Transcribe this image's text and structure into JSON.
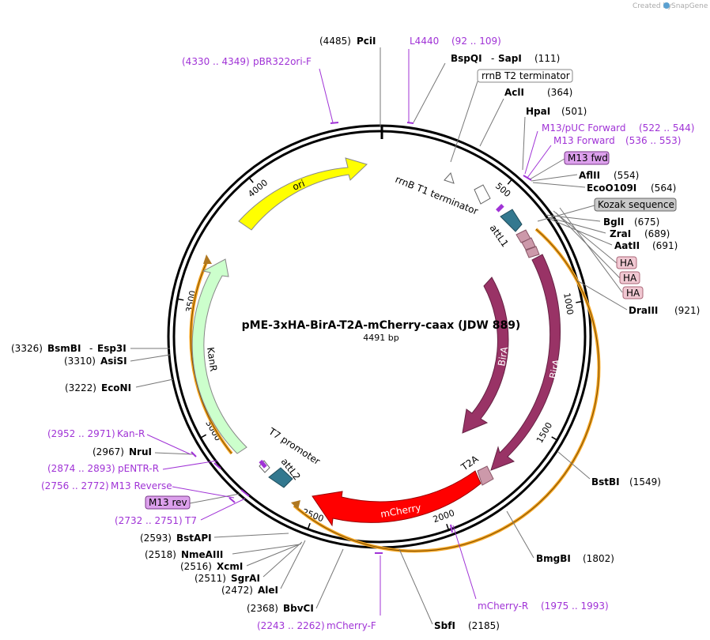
{
  "watermark": {
    "created_by": "Created by",
    "brand": "SnapGene"
  },
  "title": "pME-3xHA-BirA-T2A-mCherry-caax (JDW 889)",
  "length_label": "4491 bp",
  "total_bp": 4491,
  "ticks": [
    {
      "bp": 500,
      "label": "500"
    },
    {
      "bp": 1000,
      "label": "1000"
    },
    {
      "bp": 1500,
      "label": "1500"
    },
    {
      "bp": 2000,
      "label": "2000"
    },
    {
      "bp": 2500,
      "label": "2500"
    },
    {
      "bp": 3000,
      "label": "3000"
    },
    {
      "bp": 3500,
      "label": "3500"
    },
    {
      "bp": 4000,
      "label": "4000"
    }
  ],
  "features": {
    "ori": "ori",
    "kanr": "KanR",
    "bira_inner": "BirA",
    "bira_outer": "BirA",
    "mcherry": "mCherry",
    "t2a": "T2A",
    "attl1": "attL1",
    "attl2": "attL2",
    "rrnb_t1": "rrnB T1 terminator",
    "t7_promoter": "T7 promoter"
  },
  "colors": {
    "ori": "#ffff00",
    "kanr": "#ccffcc",
    "bira": "#993366",
    "mcherry": "#ff0000",
    "att": "#33788f",
    "t2a": "#cc99aa",
    "primer": "#a033d6",
    "orange_bar": "#f5a623"
  },
  "sites": {
    "pcii": {
      "name": "PciI",
      "pos": "(4485)"
    },
    "l4440": {
      "name": "L4440",
      "range": "(92 .. 109)"
    },
    "bspqi": {
      "name": "BspQI",
      "sep": "-",
      "name2": "SapI",
      "pos": "(111)"
    },
    "rrnb_t2": {
      "name": "rrnB T2 terminator"
    },
    "acli": {
      "name": "AclI",
      "pos": "(364)"
    },
    "hpai": {
      "name": "HpaI",
      "pos": "(501)"
    },
    "m13puc": {
      "name": "M13/pUC Forward",
      "range": "(522 .. 544)"
    },
    "m13fwd_primer": {
      "name": "M13 Forward",
      "range": "(536 .. 553)"
    },
    "m13fwd_box": {
      "name": "M13 fwd"
    },
    "aflii": {
      "name": "AflII",
      "pos": "(554)"
    },
    "eco0109i": {
      "name": "EcoO109I",
      "pos": "(564)"
    },
    "kozak": {
      "name": "Kozak sequence"
    },
    "bgli": {
      "name": "BglI",
      "pos": "(675)"
    },
    "zrai": {
      "name": "ZraI",
      "pos": "(689)"
    },
    "aatii": {
      "name": "AatII",
      "pos": "(691)"
    },
    "ha1": {
      "name": "HA"
    },
    "ha2": {
      "name": "HA"
    },
    "ha3": {
      "name": "HA"
    },
    "draiii": {
      "name": "DraIII",
      "pos": "(921)"
    },
    "bstbi": {
      "name": "BstBI",
      "pos": "(1549)"
    },
    "bmgbi": {
      "name": "BmgBI",
      "pos": "(1802)"
    },
    "mcherry_r": {
      "name": "mCherry-R",
      "range": "(1975 .. 1993)"
    },
    "sbfi": {
      "name": "SbfI",
      "pos": "(2185)"
    },
    "mcherry_f": {
      "name": "mCherry-F",
      "range": "(2243 .. 2262)"
    },
    "bbvci": {
      "name": "BbvCI",
      "pos": "(2368)"
    },
    "alei": {
      "name": "AleI",
      "pos": "(2472)"
    },
    "sgrai": {
      "name": "SgrAI",
      "pos": "(2511)"
    },
    "xcmi": {
      "name": "XcmI",
      "pos": "(2516)"
    },
    "nmeaiii": {
      "name": "NmeAIII",
      "pos": "(2518)"
    },
    "bstapi": {
      "name": "BstAPI",
      "pos": "(2593)"
    },
    "t7": {
      "name": "T7",
      "range": "(2732 .. 2751)"
    },
    "m13rev_box": {
      "name": "M13 rev"
    },
    "m13reverse": {
      "name": "M13 Reverse",
      "range": "(2756 .. 2772)"
    },
    "pentr_r": {
      "name": "pENTR-R",
      "range": "(2874 .. 2893)"
    },
    "nrui": {
      "name": "NruI",
      "pos": "(2967)"
    },
    "kan_r": {
      "name": "Kan-R",
      "range": "(2952 .. 2971)"
    },
    "econi": {
      "name": "EcoNI",
      "pos": "(3222)"
    },
    "asisi": {
      "name": "AsiSI",
      "pos": "(3310)"
    },
    "bsmbi": {
      "name": "BsmBI",
      "sep": "-",
      "name2": "Esp3I",
      "pos": "(3326)"
    },
    "pbr322": {
      "name": "pBR322ori-F",
      "range": "(4330 .. 4349)"
    }
  }
}
